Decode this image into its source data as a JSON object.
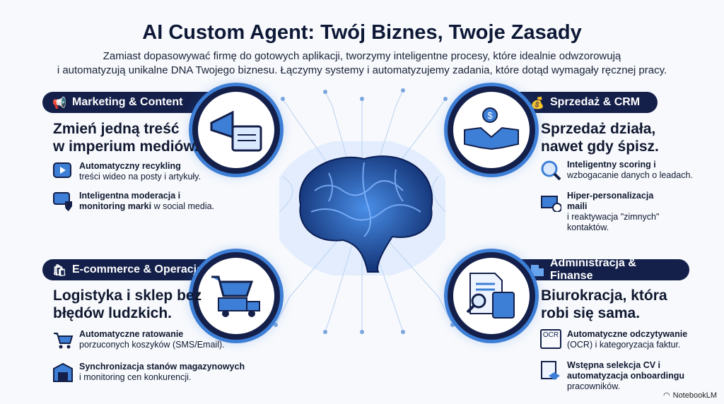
{
  "title": "AI Custom Agent: Twój Biznes, Twoje Zasady",
  "subtitle": [
    "Zamiast dopasowywać firmę do gotowych aplikacji, tworzymy inteligentne procesy, które idealnie odwzorowują",
    "i automatyzują unikalne DNA Twojego biznesu. Łączymy systemy i automatyzujemy zadania, które dotąd wymagały ręcznej pracy."
  ],
  "sections": {
    "marketing": {
      "label": "Marketing & Content",
      "icon": "megaphone-icon",
      "headline": [
        "Zmień jedną treść",
        "w imperium mediów."
      ],
      "items": [
        {
          "bold": "Automatyczny recykling",
          "rest": "treści wideo na posty i artykuły.",
          "icon": "video-recycle-icon"
        },
        {
          "bold": "Inteligentna moderacja i",
          "bold2": "monitoring marki",
          "rest": " w social media.",
          "icon": "chat-shield-icon"
        }
      ]
    },
    "sales": {
      "label": "Sprzedaż & CRM",
      "icon": "money-bag-icon",
      "headline": [
        "Sprzedaż działa,",
        "nawet gdy śpisz."
      ],
      "items": [
        {
          "bold": "Inteligentny scoring i",
          "rest": "wzbogacanie danych o leadach.",
          "icon": "search-chart-icon"
        },
        {
          "bold": "Hiper-personalizacja maili",
          "rest": "i reaktywacja \"zimnych\" kontaktów.",
          "icon": "email-clock-icon"
        }
      ]
    },
    "ecommerce": {
      "label": "E-commerce & Operacje",
      "icon": "shopping-bag-icon",
      "headline": [
        "Logistyka i sklep bez",
        "błędów ludzkich."
      ],
      "items": [
        {
          "bold": "Automatyczne ratowanie",
          "rest": "porzuconych koszyków (SMS/Email).",
          "icon": "cart-icon"
        },
        {
          "bold": "Synchronizacja stanów magazynowych",
          "rest": "i monitoring cen konkurencji.",
          "icon": "warehouse-icon"
        }
      ]
    },
    "admin": {
      "label": "Administracja & Finanse",
      "icon": "building-icon",
      "headline": [
        "Biurokracja, która",
        "robi się sama."
      ],
      "items": [
        {
          "bold": "Automatyczne odczytywanie",
          "rest": "(OCR) i kategoryzacja faktur.",
          "icon": "ocr-icon",
          "icon_text": "OCR"
        },
        {
          "bold": "Wstępna selekcja CV i",
          "bold2": "automatyzacja onboardingu",
          "rest": "pracowników.",
          "icon": "cv-handshake-icon"
        }
      ]
    }
  },
  "watermark": "NotebookLM",
  "colors": {
    "navy": "#14204a",
    "accent": "#3d7fd6"
  }
}
